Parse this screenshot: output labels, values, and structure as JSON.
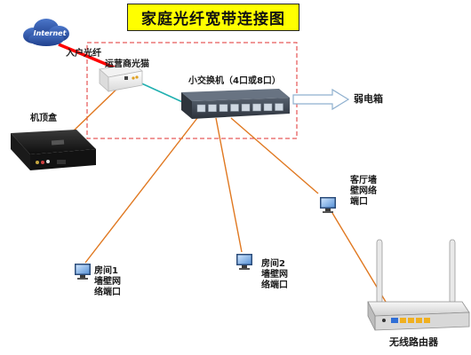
{
  "title": "家庭光纤宽带连接图",
  "nodes": {
    "internet": "Internet",
    "fiber_in": "入户光纤",
    "modem": "运营商光猫",
    "stb": "机顶盒",
    "switch": "小交换机（4口或8口）",
    "weak_box": "弱电箱",
    "living_port": "客厅墙\n壁网络\n端口",
    "room1_port": "房间1\n墙壁网\n络端口",
    "room2_port": "房间2\n墙壁网\n络端口",
    "router": "无线路由器"
  },
  "colors": {
    "title_bg": "#ffff00",
    "fiber": "#ff0000",
    "ethernet": "#e07820",
    "uplink": "#20b0b0",
    "dashed_box": "#e03030",
    "arrow": "#a8c4dc",
    "cloud": "#2a4fa0"
  },
  "icons": {
    "internet": "cloud-icon",
    "modem": "fiber-modem-icon",
    "stb": "set-top-box-icon",
    "switch": "network-switch-icon",
    "ports": "monitor-wall-port-icon",
    "router": "wireless-router-icon"
  }
}
